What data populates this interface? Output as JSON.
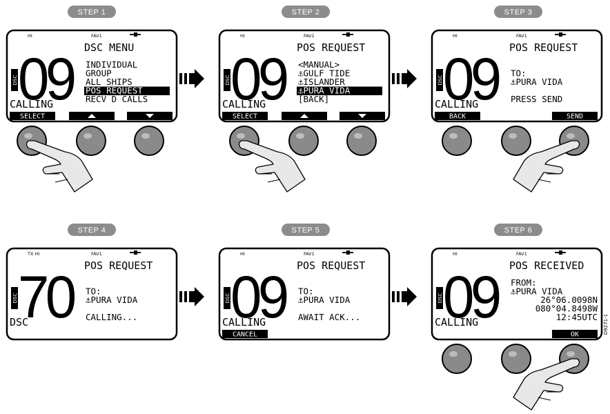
{
  "steps": [
    {
      "badge": "STEP 1",
      "top_left": "HI",
      "top_mid": "FAV1",
      "channel": "09",
      "title": "DSC MENU",
      "lines": [
        {
          "text": "INDIVIDUAL",
          "inverted": false
        },
        {
          "text": "GROUP",
          "inverted": false
        },
        {
          "text": "ALL SHIPS",
          "inverted": false
        },
        {
          "text": "POS REQUEST",
          "inverted": true
        },
        {
          "text": "RECV D CALLS",
          "inverted": false
        }
      ],
      "status": "CALLING",
      "soft": {
        "left": "SELECT",
        "mid": "up-arrow",
        "right": "down-arrow"
      },
      "pressed": "left"
    },
    {
      "badge": "STEP 2",
      "top_left": "HI",
      "top_mid": "FAV1",
      "channel": "09",
      "title": "POS REQUEST",
      "lines": [
        {
          "text": "<MANUAL>",
          "inverted": false
        },
        {
          "text": "⚓GULF TIDE",
          "inverted": false
        },
        {
          "text": "⚓ISLANDER",
          "inverted": false
        },
        {
          "text": "⚓PURA VIDA",
          "inverted": true
        },
        {
          "text": "[BACK]",
          "inverted": false
        }
      ],
      "status": "CALLING",
      "soft": {
        "left": "SELECT",
        "mid": "up-arrow",
        "right": "down-arrow"
      },
      "pressed": "left"
    },
    {
      "badge": "STEP 3",
      "top_left": "HI",
      "top_mid": "FAV1",
      "channel": "09",
      "title": "POS REQUEST",
      "lines": [
        {
          "text": "",
          "inverted": false
        },
        {
          "text": "TO:",
          "inverted": false
        },
        {
          "text": "⚓PURA VIDA",
          "inverted": false
        },
        {
          "text": "",
          "inverted": false
        },
        {
          "text": "PRESS SEND",
          "inverted": false
        }
      ],
      "status": "CALLING",
      "soft": {
        "left": "BACK",
        "mid": "",
        "right": "SEND"
      },
      "pressed": "right"
    },
    {
      "badge": "STEP 4",
      "top_left": "TX HI",
      "top_mid": "FAV1",
      "channel": "70",
      "title": "POS REQUEST",
      "lines": [
        {
          "text": "",
          "inverted": false
        },
        {
          "text": "TO:",
          "inverted": false
        },
        {
          "text": "⚓PURA VIDA",
          "inverted": false
        },
        {
          "text": "",
          "inverted": false
        },
        {
          "text": "CALLING...",
          "inverted": false
        }
      ],
      "status": "DSC",
      "soft": {
        "left": "",
        "mid": "",
        "right": ""
      },
      "pressed": "none"
    },
    {
      "badge": "STEP 5",
      "top_left": "HI",
      "top_mid": "FAV1",
      "channel": "09",
      "title": "POS REQUEST",
      "lines": [
        {
          "text": "",
          "inverted": false
        },
        {
          "text": "TO:",
          "inverted": false
        },
        {
          "text": "⚓PURA VIDA",
          "inverted": false
        },
        {
          "text": "",
          "inverted": false
        },
        {
          "text": "AWAIT ACK...",
          "inverted": false
        }
      ],
      "status": "CALLING",
      "soft": {
        "left": "CANCEL",
        "mid": "",
        "right": ""
      },
      "pressed": "none"
    },
    {
      "badge": "STEP 6",
      "top_left": "HI",
      "top_mid": "FAV1",
      "channel": "09",
      "title": "POS RECEIVED",
      "lines": [
        {
          "text": "FROM:",
          "inverted": false
        },
        {
          "text": "⚓PURA VIDA",
          "inverted": false
        },
        {
          "text": "26°06.0098N",
          "inverted": false,
          "align": "right"
        },
        {
          "text": "080°04.8498W",
          "inverted": false,
          "align": "right"
        },
        {
          "text": "12:45UTC",
          "inverted": false,
          "align": "right"
        }
      ],
      "status": "CALLING",
      "soft": {
        "left": "",
        "mid": "",
        "right": "OK"
      },
      "pressed": "right"
    }
  ],
  "side_label": "DSC",
  "figure_ref": "D9271-1",
  "colors": {
    "badge": "#8c8c8c",
    "button": "#8a8a8a",
    "lcd": "#000000",
    "hand": "#e8e8e8"
  }
}
